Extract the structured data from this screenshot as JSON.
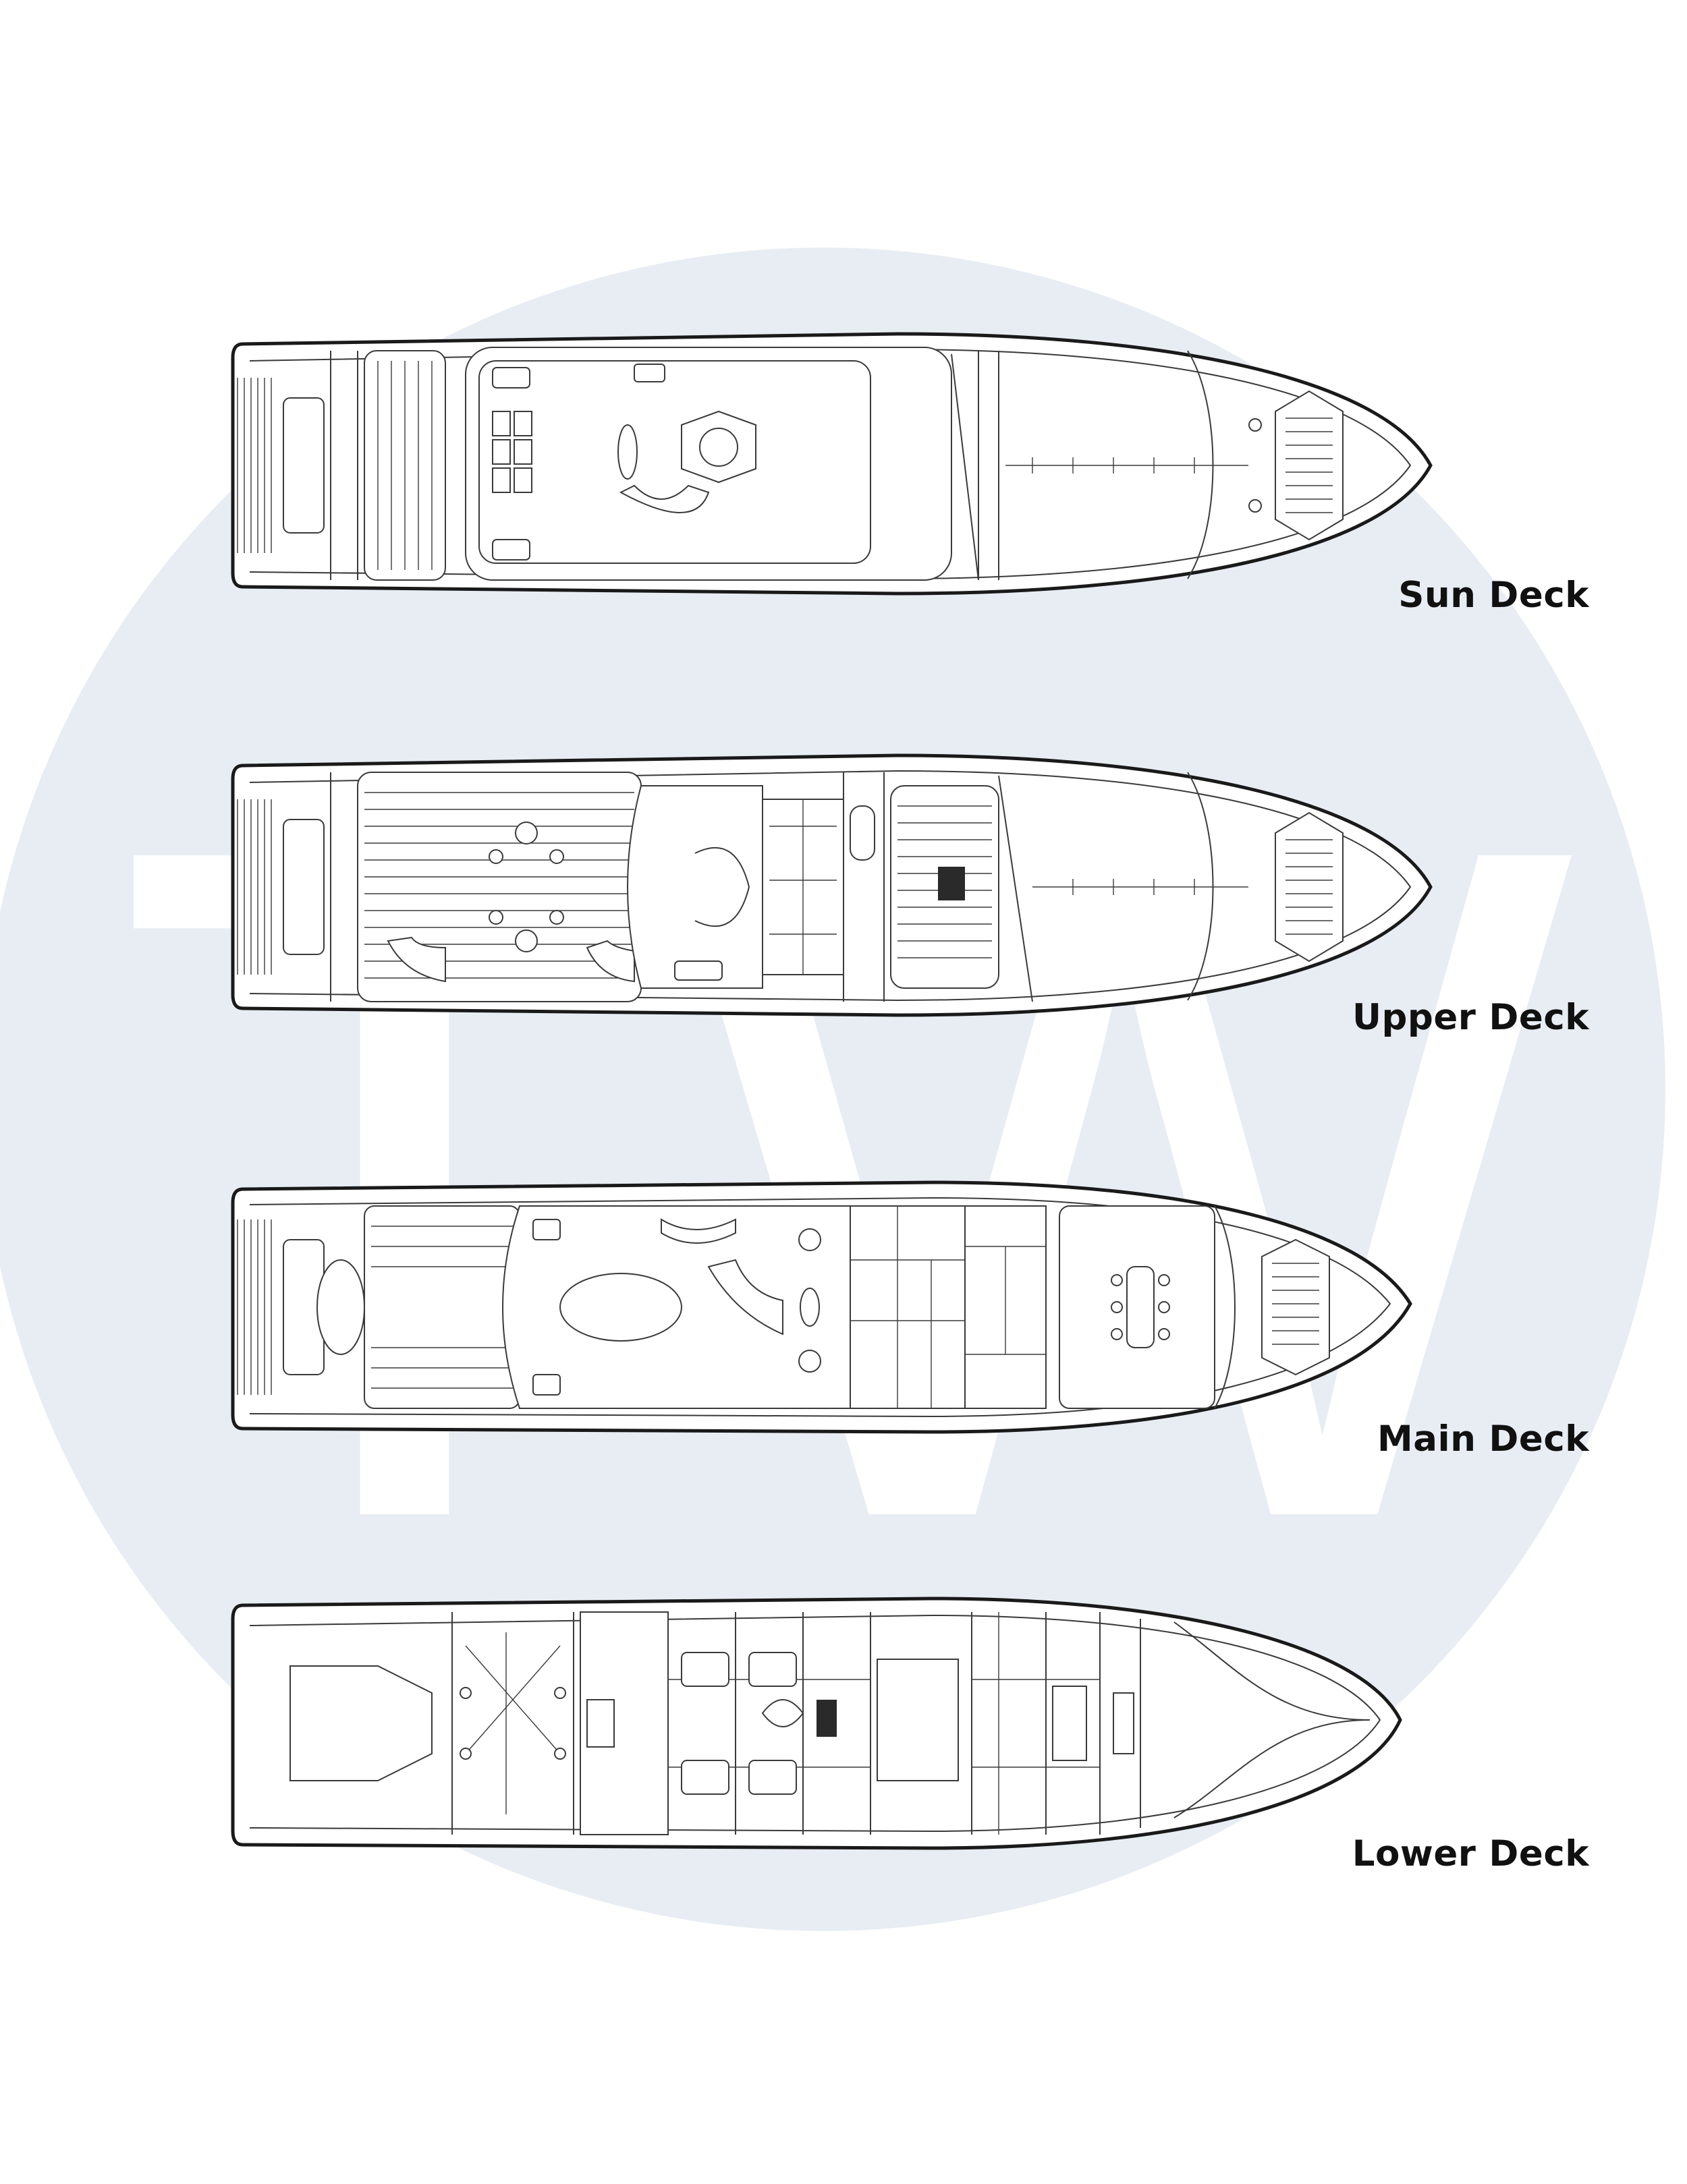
{
  "watermark": {
    "letters": "TW",
    "circle_color": "#e8edf4",
    "letter_color": "#ffffff"
  },
  "decks": [
    {
      "id": "sun",
      "label": "Sun Deck"
    },
    {
      "id": "upper",
      "label": "Upper Deck"
    },
    {
      "id": "main",
      "label": "Main Deck"
    },
    {
      "id": "lower",
      "label": "Lower Deck"
    }
  ]
}
